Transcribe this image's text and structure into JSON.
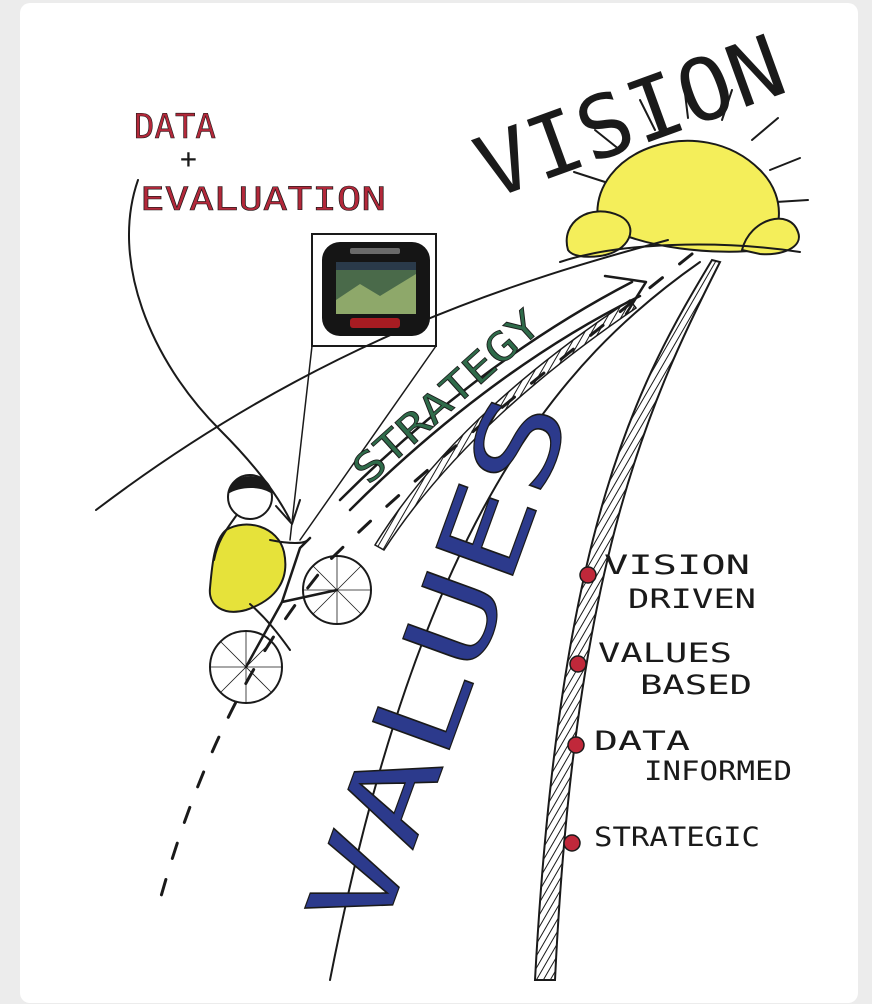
{
  "labels": {
    "data": "DATA",
    "plus": "+",
    "evaluation": "EVALUATION",
    "vision": "VISION",
    "strategy": "STRATEGY",
    "values": "VALUES"
  },
  "bullets": [
    {
      "line1": "VISION",
      "line2": "DRIVEN"
    },
    {
      "line1": "VALUES",
      "line2": "BASED"
    },
    {
      "line1": "DATA",
      "line2": "INFORMED"
    },
    {
      "line1": "STRATEGIC",
      "line2": ""
    }
  ],
  "colors": {
    "ink": "#1a1a1a",
    "data_eval_red": "#b3283a",
    "sun_yellow": "#f4ee5a",
    "values_blue": "#2c3a8c",
    "strategy_green": "#2f6b4a",
    "rider_yellow": "#e6e23a",
    "bullet_red": "#c0283a"
  },
  "icons": [
    "sun-icon",
    "gps-device-icon",
    "cyclist-icon",
    "arrow-icon"
  ]
}
